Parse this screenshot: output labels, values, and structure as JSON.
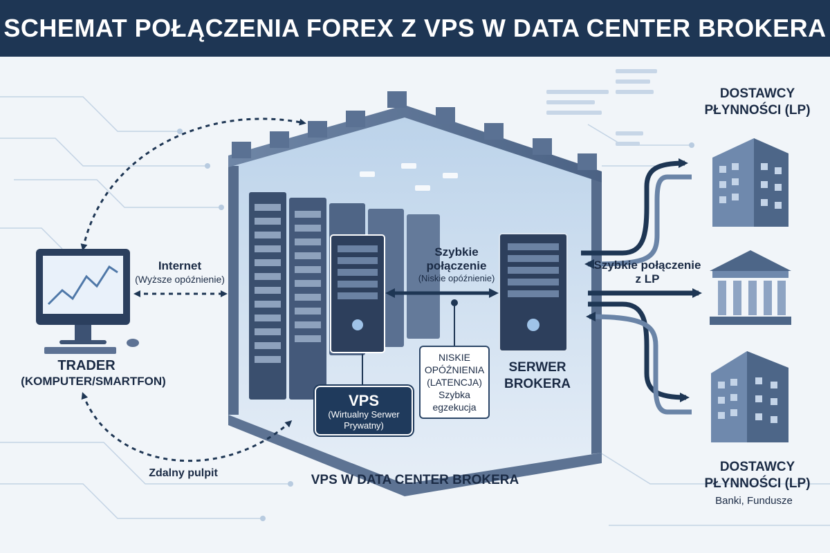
{
  "title": "SCHEMAT POŁĄCZENIA FOREX Z VPS W DATA CENTER BROKERA",
  "trader": {
    "name": "TRADER",
    "device": "(KOMPUTER/SMARTFON)"
  },
  "internet": {
    "label": "Internet",
    "sub": "(Wyższe opóźnienie)"
  },
  "remote_desktop": "Zdalny pulpit",
  "vps": {
    "title": "VPS",
    "sub": "(Wirtualny Serwer Prywatny)"
  },
  "fast_link": {
    "label": "Szybkie połączenie",
    "sub": "(Niskie opóźnienie)"
  },
  "latency": {
    "line1": "NISKIE",
    "line2": "OPÓŹNIENIA",
    "line3": "(LATENCJA)",
    "line4": "Szybka egzekucja"
  },
  "broker_server": "SERWER BROKERA",
  "datacenter_caption": "VPS W DATA CENTER BROKERA",
  "lp_link": "Szybkie połączenie z LP",
  "lp_top": "DOSTAWCY PŁYNNOŚCI (LP)",
  "lp_bottom": {
    "title": "DOSTAWCY PŁYNNOŚCI (LP)",
    "sub": "Banki, Fundusze"
  },
  "colors": {
    "navy": "#1e3654",
    "accent": "#2b4566",
    "light": "#dbe5f0"
  }
}
